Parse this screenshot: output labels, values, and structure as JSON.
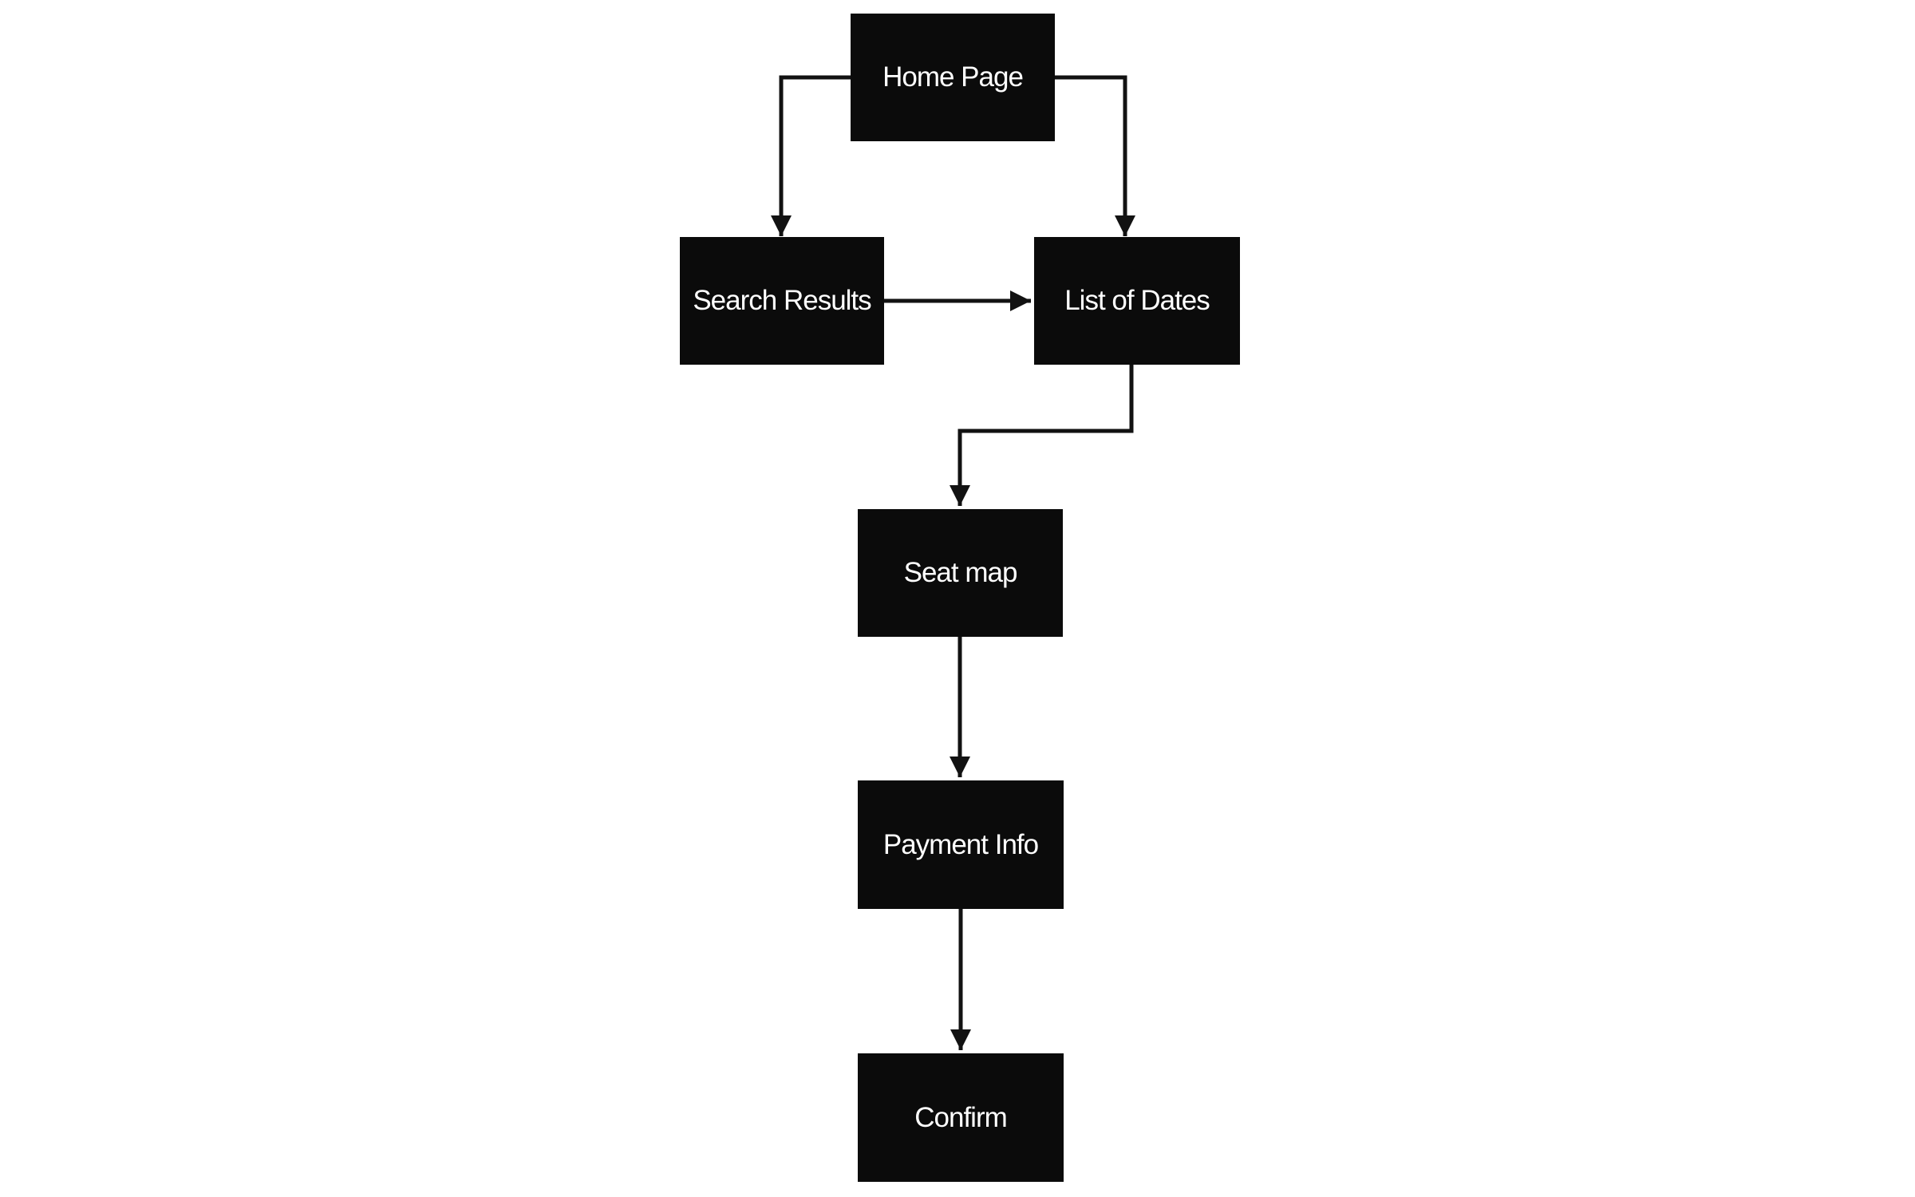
{
  "diagram": {
    "type": "flowchart",
    "colors": {
      "background": "#ffffff",
      "node_fill": "#0b0b0b",
      "node_text": "#ffffff",
      "arrow": "#121212"
    },
    "nodes": [
      {
        "id": "home",
        "label": "Home Page"
      },
      {
        "id": "search",
        "label": "Search Results"
      },
      {
        "id": "dates",
        "label": "List of Dates"
      },
      {
        "id": "seat",
        "label": "Seat map"
      },
      {
        "id": "payment",
        "label": "Payment Info"
      },
      {
        "id": "confirm",
        "label": "Confirm"
      }
    ],
    "edges": [
      {
        "from": "Home Page",
        "to": "Search Results",
        "style": "elbow"
      },
      {
        "from": "Home Page",
        "to": "List of Dates",
        "style": "elbow"
      },
      {
        "from": "Search Results",
        "to": "List of Dates",
        "style": "straight"
      },
      {
        "from": "List of Dates",
        "to": "Seat map",
        "style": "elbow"
      },
      {
        "from": "Seat map",
        "to": "Payment Info",
        "style": "straight"
      },
      {
        "from": "Payment Info",
        "to": "Confirm",
        "style": "straight"
      }
    ]
  }
}
